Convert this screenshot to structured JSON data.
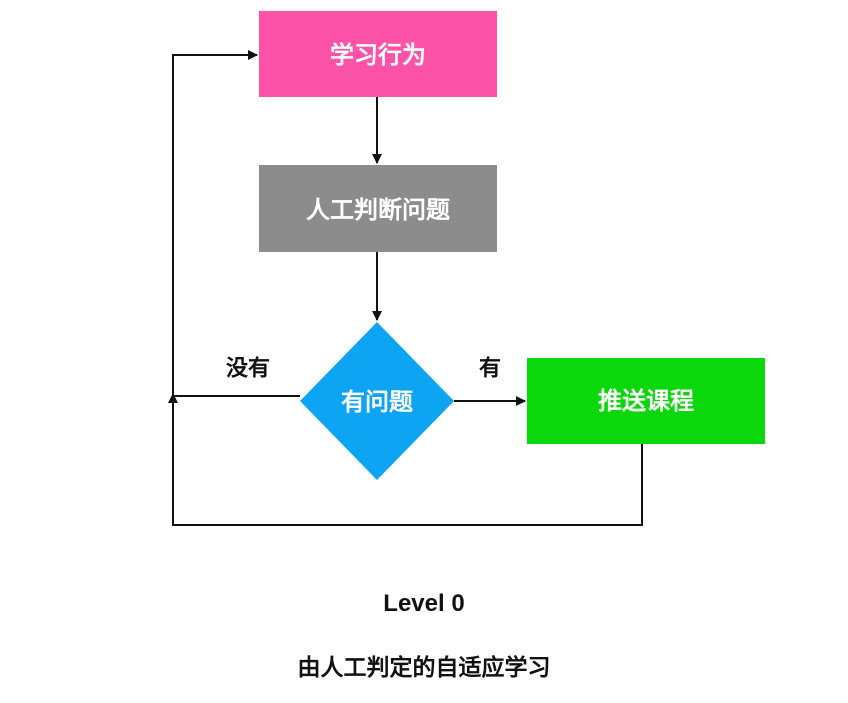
{
  "nodes": {
    "learning_behavior": {
      "label": "学习行为",
      "color": "#fc52a8"
    },
    "manual_judgment": {
      "label": "人工判断问题",
      "color": "#8c8c8c"
    },
    "has_problem": {
      "label": "有问题",
      "color": "#0ea4f4"
    },
    "push_course": {
      "label": "推送课程",
      "color": "#0ad80a"
    }
  },
  "edges": {
    "no_label": "没有",
    "yes_label": "有"
  },
  "caption": {
    "level": "Level 0",
    "description": "由人工判定的自适应学习"
  }
}
